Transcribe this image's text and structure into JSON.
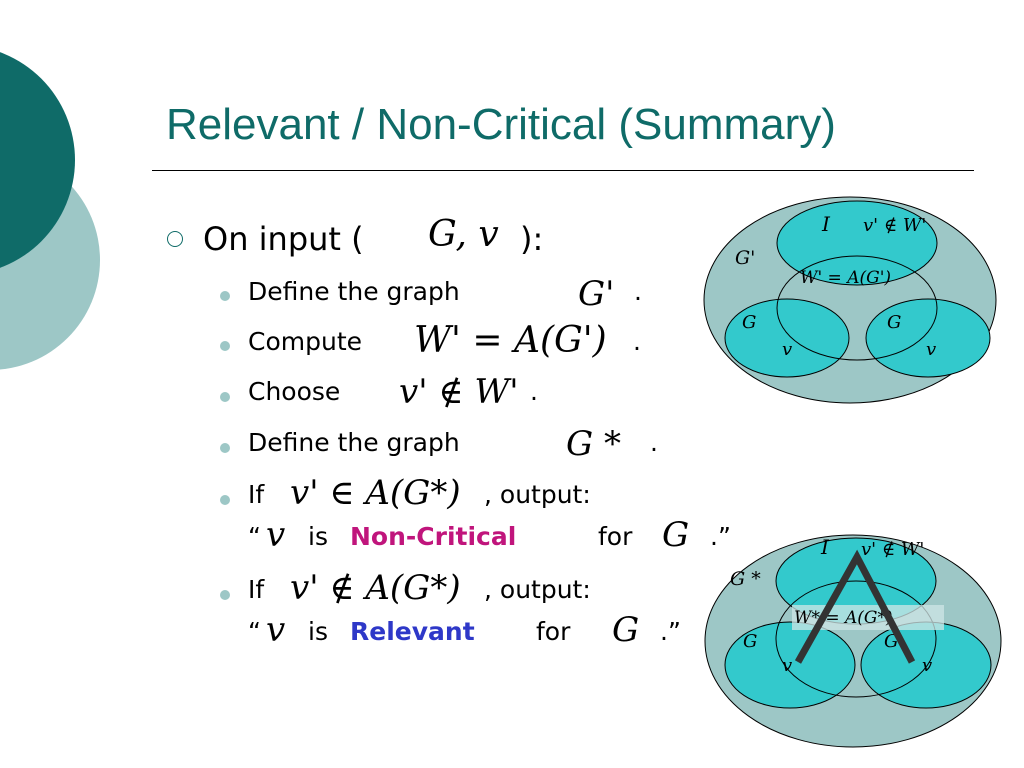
{
  "slide": {
    "title": "Relevant / Non-Critical (Summary)",
    "line0": {
      "prefix": "On input (",
      "math": "G, v",
      "suffix": "):"
    },
    "items": [
      {
        "text": "Define the graph",
        "math": "G'",
        "end": "."
      },
      {
        "text": "Compute",
        "math": "W' = A(G')",
        "end": "."
      },
      {
        "text": "Choose",
        "math": "v' ∉ W'",
        "end": "."
      },
      {
        "text": "Define the graph",
        "math": "G *",
        "end": "."
      },
      {
        "text": "If",
        "math": "v' ∈ A(G*)",
        "end": ", output:",
        "quote_open": "“",
        "v": "v",
        "is": "is",
        "keyword": "Non-Critical",
        "for": "for",
        "g": "G",
        "quote_close": ".”"
      },
      {
        "text": "If",
        "math": "v' ∉ A(G*)",
        "end": ", output:",
        "quote_open": "“",
        "v": "v",
        "is": "is",
        "keyword": "Relevant",
        "for": "for",
        "g": "G",
        "quote_close": ".”"
      }
    ]
  },
  "diagram_top": {
    "outer_label": "G'",
    "top_label_i": "I",
    "top_label_cond": "v' ∉ W'",
    "middle_label": "W' = A(G')",
    "left_g": "G",
    "left_v": "v",
    "right_g": "G",
    "right_v": "v"
  },
  "diagram_bottom": {
    "outer_label": "G *",
    "top_label_i": "I",
    "top_label_cond": "v' ∉ W'",
    "middle_label": "W* = A(G*)",
    "left_g": "G",
    "left_v": "v",
    "right_g": "G",
    "right_v": "v"
  },
  "colors": {
    "title": "#0f6b68",
    "deco_dark": "#0f6b68",
    "deco_light": "#9dc7c6",
    "ellipse_outer": "#9dc7c6",
    "ellipse_inner": "#33c9cc",
    "non_critical": "#c0157c",
    "relevant": "#2e38c8"
  }
}
